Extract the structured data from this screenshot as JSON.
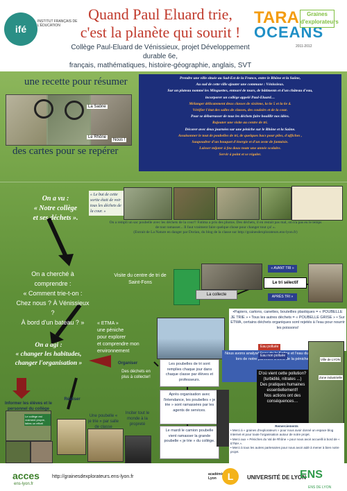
{
  "header": {
    "ife_logo": "ifé",
    "ife_sub": "INSTITUT FRANÇAIS DE L'ÉDUCATION",
    "title_line1": "Quand Paul Eluard trie,",
    "title_line2": "c'est la planète qui sourit !",
    "subtitle_line1": "Collège Paul-Eluard de Vénissieux, projet Développement durable 6e,",
    "subtitle_line2": "français, mathématiques, histoire-géographie, anglais, SVT",
    "tara": "TARA",
    "oceans": "OCEANS",
    "badge": "Graines d'explorateurs",
    "year": "2011-2012"
  },
  "recipe": {
    "title": "une recette pour résumer",
    "cards_title": "des cartes pour se repérer",
    "map_tag1": "La Saône",
    "map_tag2": "Le Rhône",
    "map_tag3": "Nous !",
    "lines": [
      "Prendre une ville située au Sud-Est de la France, entre le Rhône et la Saône,",
      "Au sud de cette ville ajouter une commune : Vénissieux.",
      "Sur un plateau nommé les Minguettes, entouré de tours, de bâtiments et d'un château d'eau,",
      "incorporer un collège appelé Paul-Eluard…",
      "Mélanger délicatement deux classes de sixième, la 6e 5 et la 6e 4.",
      "Vérifier l'état des salles de classes, des couloirs et de la cour.",
      "Pour se débarrasser de tous les déchets faire bouillir nos idées.",
      "Rajouter une visite au centre de tri.",
      "Décorer avec deux journées sur une péniche sur le Rhône et la Saône.",
      "Assaisonner le tout de poubelles de tri, de quelques bacs pour piles, d'affiches ,",
      "Saupoudrer d'un bouquet d'énergie et d'un zeste de fantaisie.",
      "Laisser mijoter à feu doux toute une année scolaire.",
      "Servir à point et se régaler."
    ]
  },
  "seen": {
    "title_line1": "On a vu :",
    "title_line2": "« Notre collège",
    "title_line3": "et ses déchets ».",
    "quote": "« Le but de cette sortie était de voir tous les déchets de la cour. »",
    "note": "On a rempli un sac poubelle avec les déchets de la cour!! Fatima a pris des photos. Des déchets, il en restait pas mal, on n'a pas eu le temps de tout ramasser... Il faut vraiment faire quelque chose pour changer tout ça! ». (Extrait de La Nature en danger par Dorian, du blog de la classe sur http://grainesdexplorateurs.ens-lyon.fr)",
    "note_line1": "On a rempli un sac poubelle avec les déchets de la cour!! Fatima a pris des photos. Des déchets, il en restait pas mal, on n'a pas eu le temps",
    "note_line2": "de tout ramasser... Il faut vraiment faire quelque chose pour changer tout ça! ».",
    "note_line3": "(Extrait de La Nature en danger par Dorian, du blog de la classe sur http://grainesdexplorateurs.ens-lyon.fr)"
  },
  "understand": {
    "title_line1": "On a cherché à comprendre :",
    "title_line2": "« Comment trie-t-on :",
    "title_line3": "Chez nous ? À Vénissieux ?",
    "title_line4": "À bord d'un bateau ? »",
    "visit": "Visite du centre de tri de Saint-Fons",
    "collecte": "La collecte",
    "avant": "« AVANT TRI »",
    "tri": "Le tri sélectif",
    "apres": "APRÈS TRI »",
    "etma_line1": "« ETMA »",
    "etma_line2": "une péniche",
    "etma_line3": "pour explorer",
    "etma_line4": "et comprendre mon",
    "etma_line5": "environnement",
    "paper_box": "•Papiers, cartons, canettes, bouteilles plastiques = « POUBELLE JE TRIE » • Tous les autres déchets = « POUBELLE GRISE » • Sur ETMA, certains déchets organiques sont rejetés à l'eau pour nourrir les poissons!",
    "analysis": "Nous avons analysé l'eau de la Saône et l'eau du Rhône lors de notre parcours à bord de la péniche.",
    "pollu1": "Eau polluée",
    "pollu2": "Eau non polluée",
    "dark_q1": "D'où vient cette pollution?",
    "dark_q2": "(turbidité, nitrates ...)",
    "dark_q3": "Des pratiques humaines essentiellement!!",
    "dark_q4": "Nos actions ont des conséquences…",
    "lyon_tag": "Ville de LYON",
    "lyon_tag2": "Zone industrielle"
  },
  "act": {
    "title_line1": "On a agi :",
    "title_line2": "« changer les habitudes,",
    "title_line3": "changer l'organisation »",
    "organiser": "Organiser",
    "organiser_sub": "Des déchets en plus à collecter!",
    "inform": "Informer les élèves et le personnel du collège",
    "realiser": "Réaliser",
    "poubelle": "Une poubelle « je trie » par salle de classe",
    "inciter": "Inciter tout le monde à la propreté",
    "box1": "Les poubelles de tri sont remplies chaque jour dans chaque classe par élèves et professeurs.",
    "box2": "Après organisation avec l'intendance, les poubelles « je trie » sont ramassées par les agents de services.",
    "box3": "Le mardi le camion poubelle vient ramasser la grande poubelle « je trie » du collège.",
    "college_sign": "Le collège est vraiment propre, faites un effort!"
  },
  "thanks": {
    "title": "Remerciements",
    "line1": "• Merci à « graines d'explorateurs » pour nous avoir donné un espace blog Internet et pour toute l'organisation autour de notre projet.",
    "line2": "• Merci aux « Péniches du Val de Rhône » pour nous avoir accueilli à bord de « ETMA ».",
    "line3": "• Merci à tous les autres partenaires pour nous avoir aidé à mener à bien notre projet."
  },
  "footer": {
    "acces": "acces",
    "acces_sub": "ens-lyon.fr",
    "url": "http://grainesdexplorateurs.ens-lyon.fr",
    "academie": "académie Lyon",
    "ac_letter": "L",
    "univ": "UNIVERSITÉ DE LYON",
    "ens": "ENS",
    "ens_sub": "ENS DE LYON"
  },
  "colors": {
    "title": "#c0392b",
    "recipe_bg": "#1c2e7a",
    "highlight": "#ffb040",
    "green_bg": "#6f9c44"
  }
}
